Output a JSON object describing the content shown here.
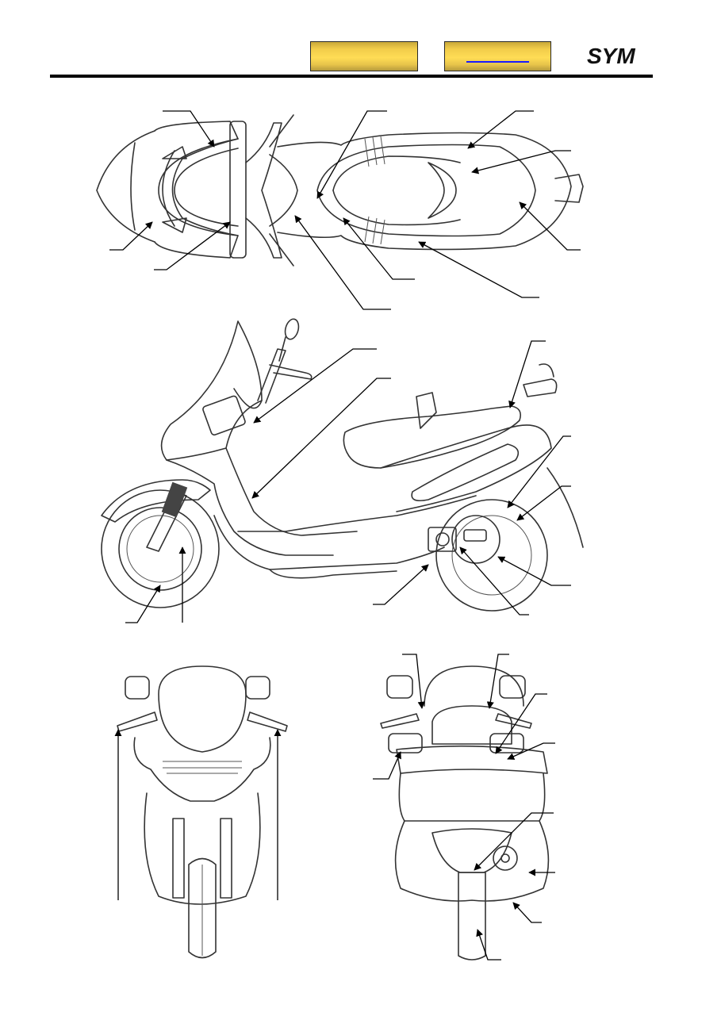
{
  "header": {
    "nav_buttons": [
      {
        "label": "",
        "has_link_underline": false
      },
      {
        "label": "",
        "has_link_underline": true,
        "link_color": "#1a1aff"
      }
    ],
    "button_gradient_color": "#ffdc55",
    "brand_logo": "SYM",
    "rule_color": "#000000"
  },
  "figures": [
    {
      "view": "top-view",
      "callouts": 11
    },
    {
      "view": "left-side-view",
      "callouts": 10
    },
    {
      "view": "front-view",
      "callouts": 2
    },
    {
      "view": "rear-view",
      "callouts": 8
    }
  ]
}
